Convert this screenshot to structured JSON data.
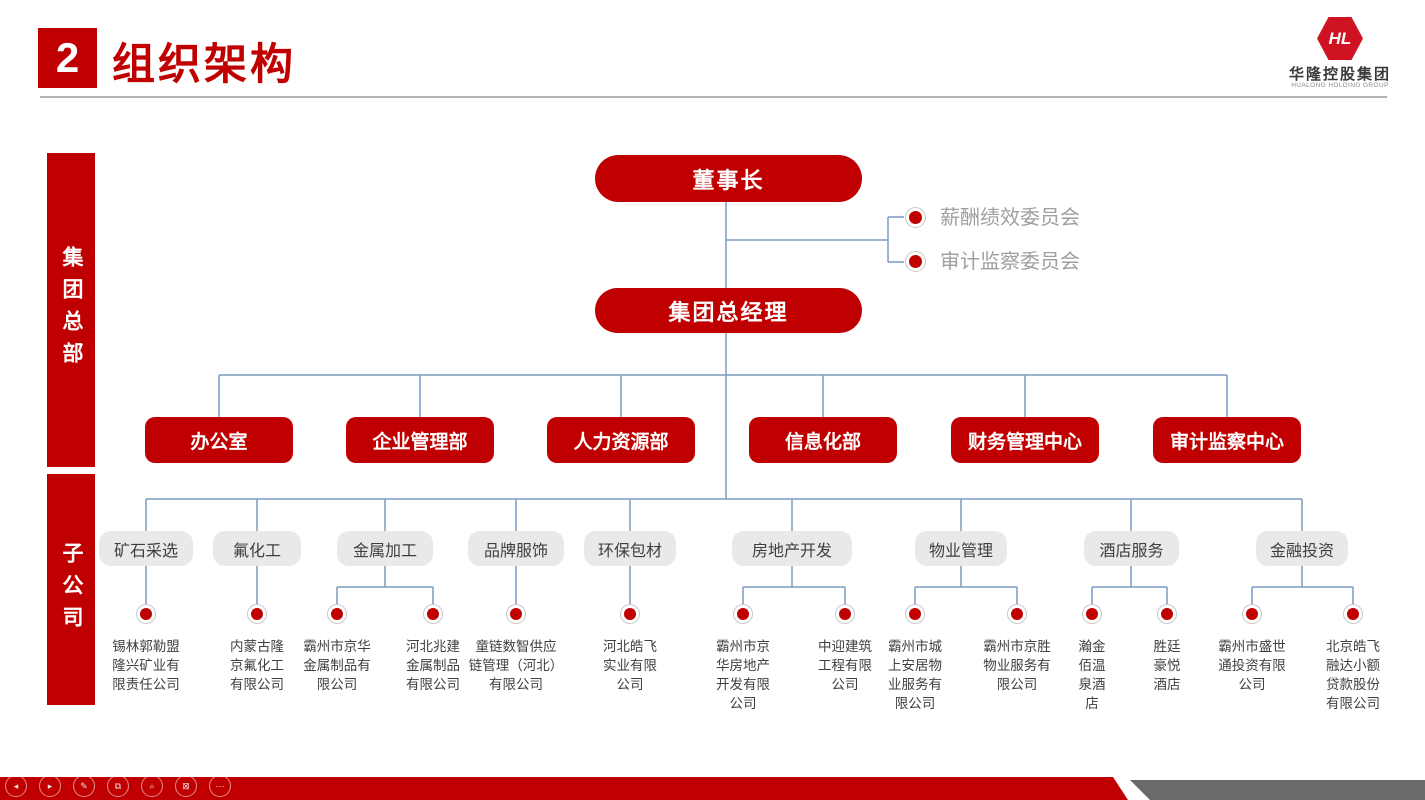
{
  "header": {
    "section_number": "2",
    "title": "组织架构",
    "logo": {
      "monogram": "HL",
      "company_cn": "华隆控股集团",
      "company_en": "HUALONG HOLDING GROUP"
    }
  },
  "sidebar": {
    "group_hq": "集团总部",
    "subsidiaries": "子公司"
  },
  "chart": {
    "chairman": "董事长",
    "general_manager": "集团总经理",
    "committees": [
      "薪酬绩效委员会",
      "审计监察委员会"
    ],
    "departments": [
      "办公室",
      "企业管理部",
      "人力资源部",
      "信息化部",
      "财务管理中心",
      "审计监察中心"
    ],
    "groups": [
      {
        "category": "矿石采选",
        "companies": [
          "锡林郭勒盟\n隆兴矿业有\n限责任公司"
        ]
      },
      {
        "category": "氟化工",
        "companies": [
          "内蒙古隆\n京氟化工\n有限公司"
        ]
      },
      {
        "category": "金属加工",
        "companies": [
          "霸州市京华\n金属制品有\n限公司",
          "河北兆建\n金属制品\n有限公司"
        ]
      },
      {
        "category": "品牌服饰",
        "companies": [
          "童链数智供应\n链管理（河北）\n有限公司"
        ]
      },
      {
        "category": "环保包材",
        "companies": [
          "河北皓飞\n实业有限\n公司"
        ]
      },
      {
        "category": "房地产开发",
        "companies": [
          "霸州市京\n华房地产\n开发有限\n公司",
          "中迎建筑\n工程有限\n公司"
        ]
      },
      {
        "category": "物业管理",
        "companies": [
          "霸州市城\n上安居物\n业服务有\n限公司",
          "霸州市京胜\n物业服务有\n限公司"
        ]
      },
      {
        "category": "酒店服务",
        "companies": [
          "瀚金\n佰温\n泉酒\n店",
          "胜廷\n豪悦\n酒店"
        ]
      },
      {
        "category": "金融投资",
        "companies": [
          "霸州市盛世\n通投资有限\n公司",
          "北京皓飞\n融达小额\n贷款股份\n有限公司"
        ]
      }
    ]
  },
  "bottom_bar": {
    "icons": [
      {
        "name": "previous-slide",
        "glyph": "◂"
      },
      {
        "name": "next-slide",
        "glyph": "▸"
      },
      {
        "name": "pen-tool",
        "glyph": "✎"
      },
      {
        "name": "slide-panel",
        "glyph": "⧉"
      },
      {
        "name": "zoom-tool",
        "glyph": "⌕"
      },
      {
        "name": "display-toggle",
        "glyph": "⊠"
      },
      {
        "name": "more-options",
        "glyph": "⋯"
      }
    ]
  },
  "colors": {
    "primary_red": "#c00000",
    "connector_blue": "#7d9cc0",
    "category_bg": "#e9e9e9",
    "committee_text": "#9f9f9f",
    "company_text": "#404040",
    "bottom_gray": "#6a6a6a"
  }
}
